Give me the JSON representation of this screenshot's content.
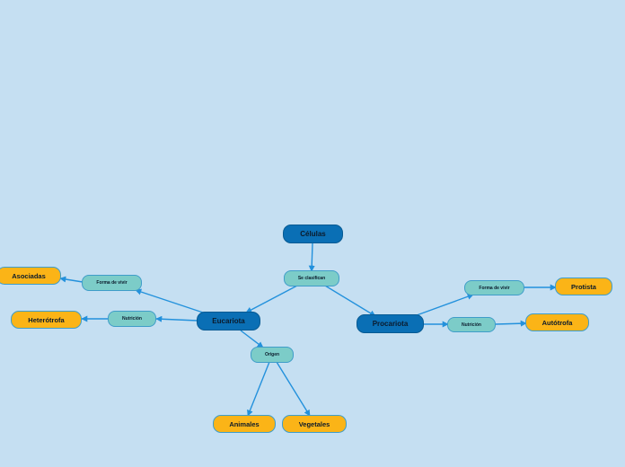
{
  "colors": {
    "background": "#c5dff2",
    "connector": "#2391dc",
    "main_node": "#0a6fb5",
    "mid_node": "#7cccc8",
    "leaf_node": "#fbb417"
  },
  "nodes": {
    "celulas": "Células",
    "se_clasifican": "Se clasifican",
    "eucariota": "Eucariota",
    "procariota": "Procariota",
    "euc_forma_de_vivir": "Forma de vivir",
    "euc_nutricion": "Nutrición",
    "origen": "Origen",
    "asociadas": "Asociadas",
    "heterotrofa": "Heterótrofa",
    "animales": "Animales",
    "vegetales": "Vegetales",
    "pro_forma_de_vivir": "Forma de vivir",
    "pro_nutricion": "Nutrición",
    "protista": "Protista",
    "autotrofa": "Autótrofa"
  }
}
